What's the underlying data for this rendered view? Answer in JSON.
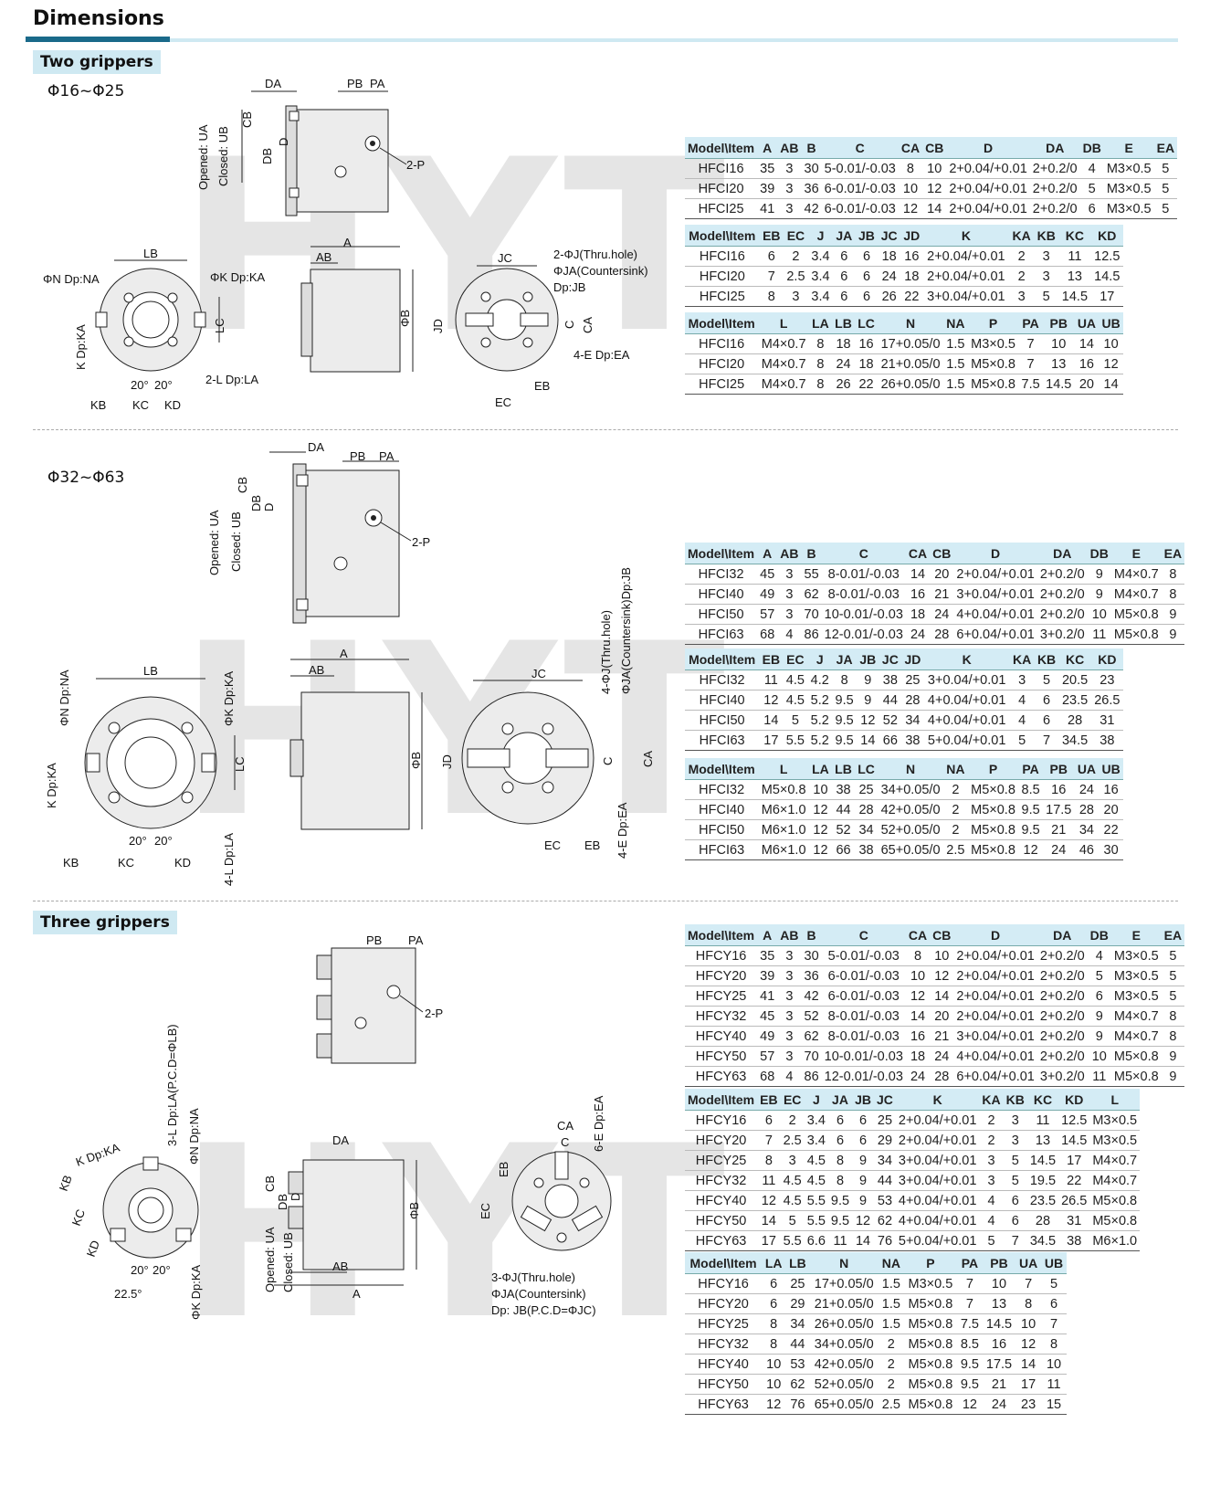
{
  "header": {
    "title": "Dimensions"
  },
  "sections": {
    "two_grippers": "Two grippers",
    "size_small": "Φ16~Φ25",
    "size_large": "Φ32~Φ63",
    "three_grippers": "Three grippers"
  },
  "watermark": "HYT",
  "labels": {
    "d1": [
      "DA",
      "PB",
      "PA",
      "CB",
      "D",
      "DB",
      "2-P",
      "Opened: UA",
      "Closed: UB"
    ],
    "d2": [
      "LB",
      "ΦN Dp:NA",
      "ΦK Dp:KA",
      "LC",
      "K Dp:KA",
      "2-L Dp:LA",
      "20°",
      "20°",
      "KB",
      "KC",
      "KD"
    ],
    "d3": [
      "A",
      "AB",
      "ΦB"
    ],
    "d4": [
      "JC",
      "2-ΦJ(Thru.hole)",
      "ΦJA(Countersink)",
      "Dp:JB",
      "JD",
      "C",
      "CA",
      "4-E Dp:EA",
      "EB",
      "EC"
    ],
    "d5": [
      "DA",
      "PB",
      "PA",
      "CB",
      "D",
      "DB",
      "2-P",
      "Opened: UA",
      "Closed: UB"
    ],
    "d6": [
      "LB",
      "ΦN Dp:NA",
      "ΦK Dp:KA",
      "LC",
      "K Dp:KA",
      "4-L Dp:LA",
      "20°",
      "20°",
      "KB",
      "KC",
      "KD"
    ],
    "d7": [
      "A",
      "AB",
      "ΦB"
    ],
    "d8": [
      "JC",
      "4-ΦJ(Thru.hole)",
      "ΦJA(Countersink)Dp:JB",
      "JD",
      "C",
      "CA",
      "4-E Dp:EA",
      "EC",
      "EB"
    ],
    "d9": [
      "PB",
      "PA",
      "2-P"
    ],
    "d10": [
      "3-L Dp:LA(P.C.D=ΦLB)",
      "ΦN Dp:NA",
      "K Dp:KA",
      "KB",
      "KC",
      "KD",
      "20°",
      "20°",
      "22.5°",
      "ΦK Dp:KA"
    ],
    "d11": [
      "DA",
      "CB",
      "D",
      "DB",
      "ΦB",
      "AB",
      "A",
      "Opened: UA",
      "Closed: UB"
    ],
    "d12": [
      "CA",
      "C",
      "6-E Dp:EA",
      "EB",
      "EC",
      "3-ΦJ(Thru.hole)",
      "ΦJA(Countersink)",
      "Dp: JB(P.C.D=ΦJC)"
    ]
  },
  "tables": {
    "t1": {
      "headers": [
        "Model\\Item",
        "A",
        "AB",
        "B",
        "C",
        "CA",
        "CB",
        "D",
        "DA",
        "DB",
        "E",
        "EA"
      ],
      "rows": [
        [
          "HFCI16",
          "35",
          "3",
          "30",
          "5-0.01/-0.03",
          "8",
          "10",
          "2+0.04/+0.01",
          "2+0.2/0",
          "4",
          "M3×0.5",
          "5"
        ],
        [
          "HFCI20",
          "39",
          "3",
          "36",
          "6-0.01/-0.03",
          "10",
          "12",
          "2+0.04/+0.01",
          "2+0.2/0",
          "5",
          "M3×0.5",
          "5"
        ],
        [
          "HFCI25",
          "41",
          "3",
          "42",
          "6-0.01/-0.03",
          "12",
          "14",
          "2+0.04/+0.01",
          "2+0.2/0",
          "6",
          "M3×0.5",
          "5"
        ]
      ]
    },
    "t2": {
      "headers": [
        "Model\\Item",
        "EB",
        "EC",
        "J",
        "JA",
        "JB",
        "JC",
        "JD",
        "K",
        "KA",
        "KB",
        "KC",
        "KD"
      ],
      "rows": [
        [
          "HFCI16",
          "6",
          "2",
          "3.4",
          "6",
          "6",
          "18",
          "16",
          "2+0.04/+0.01",
          "2",
          "3",
          "11",
          "12.5"
        ],
        [
          "HFCI20",
          "7",
          "2.5",
          "3.4",
          "6",
          "6",
          "24",
          "18",
          "2+0.04/+0.01",
          "2",
          "3",
          "13",
          "14.5"
        ],
        [
          "HFCI25",
          "8",
          "3",
          "3.4",
          "6",
          "6",
          "26",
          "22",
          "3+0.04/+0.01",
          "3",
          "5",
          "14.5",
          "17"
        ]
      ]
    },
    "t3": {
      "headers": [
        "Model\\Item",
        "L",
        "LA",
        "LB",
        "LC",
        "N",
        "NA",
        "P",
        "PA",
        "PB",
        "UA",
        "UB"
      ],
      "rows": [
        [
          "HFCI16",
          "M4×0.7",
          "8",
          "18",
          "16",
          "17+0.05/0",
          "1.5",
          "M3×0.5",
          "7",
          "10",
          "14",
          "10"
        ],
        [
          "HFCI20",
          "M4×0.7",
          "8",
          "24",
          "18",
          "21+0.05/0",
          "1.5",
          "M5×0.8",
          "7",
          "13",
          "16",
          "12"
        ],
        [
          "HFCI25",
          "M4×0.7",
          "8",
          "26",
          "22",
          "26+0.05/0",
          "1.5",
          "M5×0.8",
          "7.5",
          "14.5",
          "20",
          "14"
        ]
      ]
    },
    "t4": {
      "headers": [
        "Model\\Item",
        "A",
        "AB",
        "B",
        "C",
        "CA",
        "CB",
        "D",
        "DA",
        "DB",
        "E",
        "EA"
      ],
      "rows": [
        [
          "HFCI32",
          "45",
          "3",
          "55",
          "8-0.01/-0.03",
          "14",
          "20",
          "2+0.04/+0.01",
          "2+0.2/0",
          "9",
          "M4×0.7",
          "8"
        ],
        [
          "HFCI40",
          "49",
          "3",
          "62",
          "8-0.01/-0.03",
          "16",
          "21",
          "3+0.04/+0.01",
          "2+0.2/0",
          "9",
          "M4×0.7",
          "8"
        ],
        [
          "HFCI50",
          "57",
          "3",
          "70",
          "10-0.01/-0.03",
          "18",
          "24",
          "4+0.04/+0.01",
          "2+0.2/0",
          "10",
          "M5×0.8",
          "9"
        ],
        [
          "HFCI63",
          "68",
          "4",
          "86",
          "12-0.01/-0.03",
          "24",
          "28",
          "6+0.04/+0.01",
          "3+0.2/0",
          "11",
          "M5×0.8",
          "9"
        ]
      ]
    },
    "t5": {
      "headers": [
        "Model\\Item",
        "EB",
        "EC",
        "J",
        "JA",
        "JB",
        "JC",
        "JD",
        "K",
        "KA",
        "KB",
        "KC",
        "KD"
      ],
      "rows": [
        [
          "HFCI32",
          "11",
          "4.5",
          "4.2",
          "8",
          "9",
          "38",
          "25",
          "3+0.04/+0.01",
          "3",
          "5",
          "20.5",
          "23"
        ],
        [
          "HFCI40",
          "12",
          "4.5",
          "5.2",
          "9.5",
          "9",
          "44",
          "28",
          "4+0.04/+0.01",
          "4",
          "6",
          "23.5",
          "26.5"
        ],
        [
          "HFCI50",
          "14",
          "5",
          "5.2",
          "9.5",
          "12",
          "52",
          "34",
          "4+0.04/+0.01",
          "4",
          "6",
          "28",
          "31"
        ],
        [
          "HFCI63",
          "17",
          "5.5",
          "5.2",
          "9.5",
          "14",
          "66",
          "38",
          "5+0.04/+0.01",
          "5",
          "7",
          "34.5",
          "38"
        ]
      ]
    },
    "t6": {
      "headers": [
        "Model\\Item",
        "L",
        "LA",
        "LB",
        "LC",
        "N",
        "NA",
        "P",
        "PA",
        "PB",
        "UA",
        "UB"
      ],
      "rows": [
        [
          "HFCI32",
          "M5×0.8",
          "10",
          "38",
          "25",
          "34+0.05/0",
          "2",
          "M5×0.8",
          "8.5",
          "16",
          "24",
          "16"
        ],
        [
          "HFCI40",
          "M6×1.0",
          "12",
          "44",
          "28",
          "42+0.05/0",
          "2",
          "M5×0.8",
          "9.5",
          "17.5",
          "28",
          "20"
        ],
        [
          "HFCI50",
          "M6×1.0",
          "12",
          "52",
          "34",
          "52+0.05/0",
          "2",
          "M5×0.8",
          "9.5",
          "21",
          "34",
          "22"
        ],
        [
          "HFCI63",
          "M6×1.0",
          "12",
          "66",
          "38",
          "65+0.05/0",
          "2.5",
          "M5×0.8",
          "12",
          "24",
          "46",
          "30"
        ]
      ]
    },
    "t7": {
      "headers": [
        "Model\\Item",
        "A",
        "AB",
        "B",
        "C",
        "CA",
        "CB",
        "D",
        "DA",
        "DB",
        "E",
        "EA"
      ],
      "rows": [
        [
          "HFCY16",
          "35",
          "3",
          "30",
          "5-0.01/-0.03",
          "8",
          "10",
          "2+0.04/+0.01",
          "2+0.2/0",
          "4",
          "M3×0.5",
          "5"
        ],
        [
          "HFCY20",
          "39",
          "3",
          "36",
          "6-0.01/-0.03",
          "10",
          "12",
          "2+0.04/+0.01",
          "2+0.2/0",
          "5",
          "M3×0.5",
          "5"
        ],
        [
          "HFCY25",
          "41",
          "3",
          "42",
          "6-0.01/-0.03",
          "12",
          "14",
          "2+0.04/+0.01",
          "2+0.2/0",
          "6",
          "M3×0.5",
          "5"
        ],
        [
          "HFCY32",
          "45",
          "3",
          "52",
          "8-0.01/-0.03",
          "14",
          "20",
          "2+0.04/+0.01",
          "2+0.2/0",
          "9",
          "M4×0.7",
          "8"
        ],
        [
          "HFCY40",
          "49",
          "3",
          "62",
          "8-0.01/-0.03",
          "16",
          "21",
          "3+0.04/+0.01",
          "2+0.2/0",
          "9",
          "M4×0.7",
          "8"
        ],
        [
          "HFCY50",
          "57",
          "3",
          "70",
          "10-0.01/-0.03",
          "18",
          "24",
          "4+0.04/+0.01",
          "2+0.2/0",
          "10",
          "M5×0.8",
          "9"
        ],
        [
          "HFCY63",
          "68",
          "4",
          "86",
          "12-0.01/-0.03",
          "24",
          "28",
          "6+0.04/+0.01",
          "3+0.2/0",
          "11",
          "M5×0.8",
          "9"
        ]
      ]
    },
    "t8": {
      "headers": [
        "Model\\Item",
        "EB",
        "EC",
        "J",
        "JA",
        "JB",
        "JC",
        "K",
        "KA",
        "KB",
        "KC",
        "KD",
        "L"
      ],
      "rows": [
        [
          "HFCY16",
          "6",
          "2",
          "3.4",
          "6",
          "6",
          "25",
          "2+0.04/+0.01",
          "2",
          "3",
          "11",
          "12.5",
          "M3×0.5"
        ],
        [
          "HFCY20",
          "7",
          "2.5",
          "3.4",
          "6",
          "6",
          "29",
          "2+0.04/+0.01",
          "2",
          "3",
          "13",
          "14.5",
          "M3×0.5"
        ],
        [
          "HFCY25",
          "8",
          "3",
          "4.5",
          "8",
          "9",
          "34",
          "3+0.04/+0.01",
          "3",
          "5",
          "14.5",
          "17",
          "M4×0.7"
        ],
        [
          "HFCY32",
          "11",
          "4.5",
          "4.5",
          "8",
          "9",
          "44",
          "3+0.04/+0.01",
          "3",
          "5",
          "19.5",
          "22",
          "M4×0.7"
        ],
        [
          "HFCY40",
          "12",
          "4.5",
          "5.5",
          "9.5",
          "9",
          "53",
          "4+0.04/+0.01",
          "4",
          "6",
          "23.5",
          "26.5",
          "M5×0.8"
        ],
        [
          "HFCY50",
          "14",
          "5",
          "5.5",
          "9.5",
          "12",
          "62",
          "4+0.04/+0.01",
          "4",
          "6",
          "28",
          "31",
          "M5×0.8"
        ],
        [
          "HFCY63",
          "17",
          "5.5",
          "6.6",
          "11",
          "14",
          "76",
          "5+0.04/+0.01",
          "5",
          "7",
          "34.5",
          "38",
          "M6×1.0"
        ]
      ]
    },
    "t9": {
      "headers": [
        "Model\\Item",
        "LA",
        "LB",
        "N",
        "NA",
        "P",
        "PA",
        "PB",
        "UA",
        "UB"
      ],
      "rows": [
        [
          "HFCY16",
          "6",
          "25",
          "17+0.05/0",
          "1.5",
          "M3×0.5",
          "7",
          "10",
          "7",
          "5"
        ],
        [
          "HFCY20",
          "6",
          "29",
          "21+0.05/0",
          "1.5",
          "M5×0.8",
          "7",
          "13",
          "8",
          "6"
        ],
        [
          "HFCY25",
          "8",
          "34",
          "26+0.05/0",
          "1.5",
          "M5×0.8",
          "7.5",
          "14.5",
          "10",
          "7"
        ],
        [
          "HFCY32",
          "8",
          "44",
          "34+0.05/0",
          "2",
          "M5×0.8",
          "8.5",
          "16",
          "12",
          "8"
        ],
        [
          "HFCY40",
          "10",
          "53",
          "42+0.05/0",
          "2",
          "M5×0.8",
          "9.5",
          "17.5",
          "14",
          "10"
        ],
        [
          "HFCY50",
          "10",
          "62",
          "52+0.05/0",
          "2",
          "M5×0.8",
          "9.5",
          "21",
          "17",
          "11"
        ],
        [
          "HFCY63",
          "12",
          "76",
          "65+0.05/0",
          "2.5",
          "M5×0.8",
          "12",
          "24",
          "23",
          "15"
        ]
      ]
    }
  }
}
